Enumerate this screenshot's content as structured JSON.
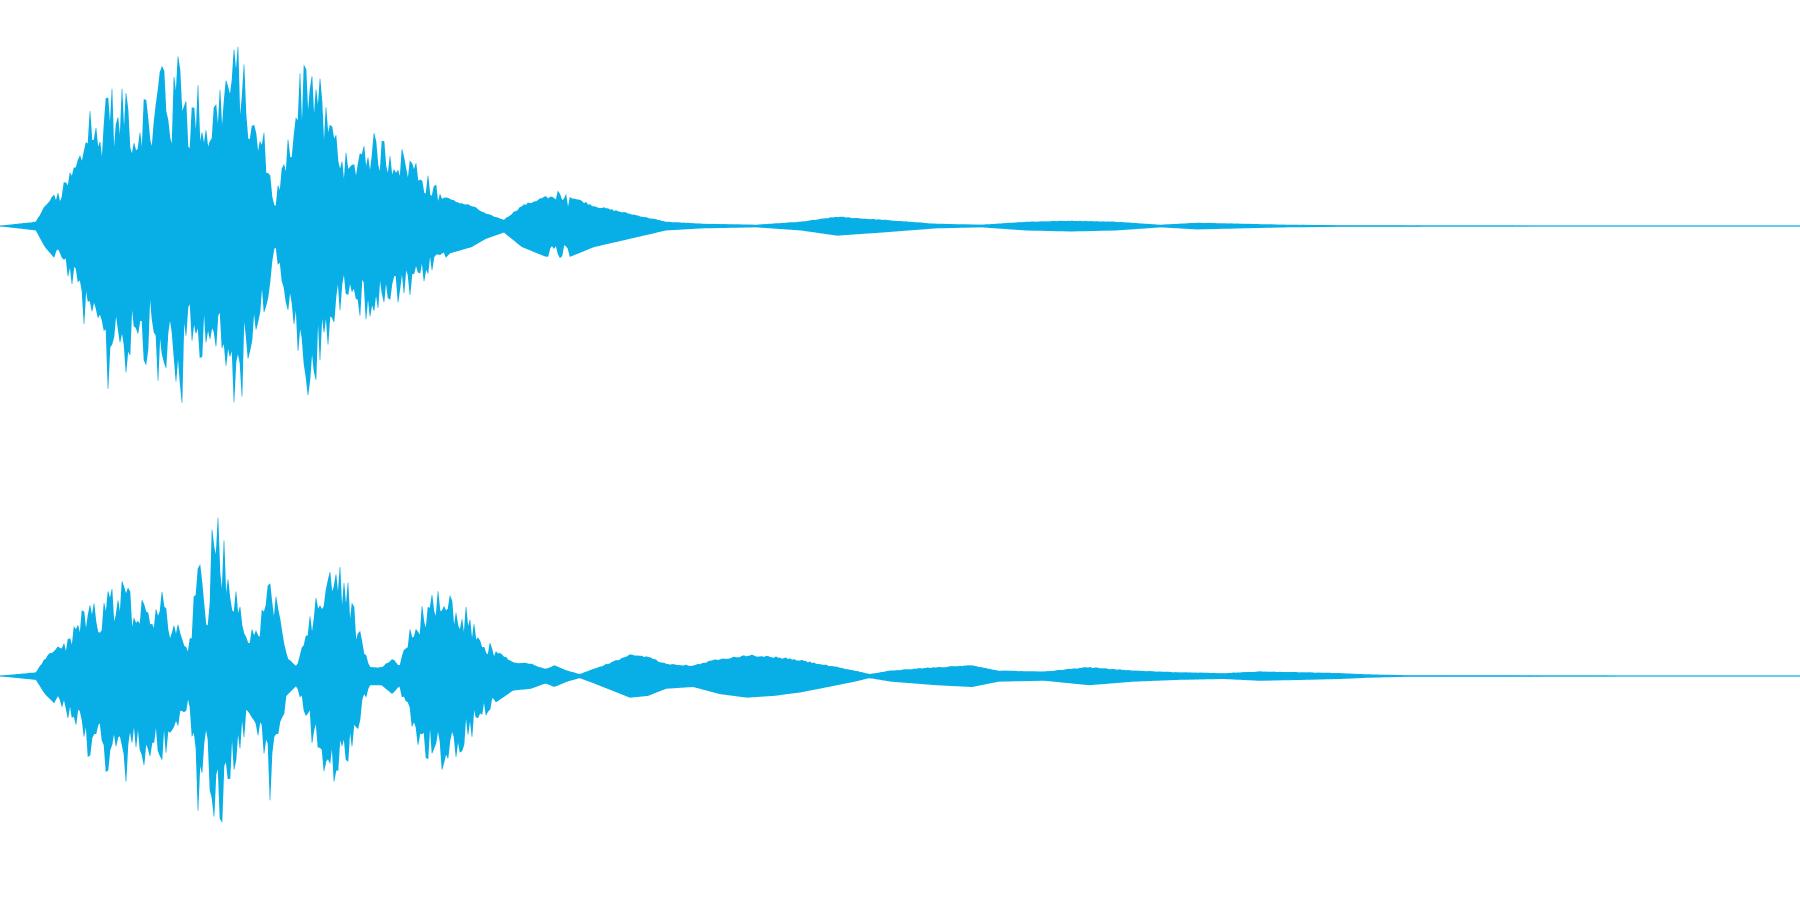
{
  "waveform": {
    "color": "#08aee6",
    "background": "#ffffff",
    "channels": [
      {
        "name": "channel-1",
        "envelope": [
          [
            0.0,
            0.0
          ],
          [
            0.02,
            0.02
          ],
          [
            0.025,
            0.1
          ],
          [
            0.035,
            0.2
          ],
          [
            0.045,
            0.4
          ],
          [
            0.05,
            0.65
          ],
          [
            0.055,
            0.45
          ],
          [
            0.06,
            0.8
          ],
          [
            0.065,
            0.55
          ],
          [
            0.07,
            0.75
          ],
          [
            0.075,
            0.5
          ],
          [
            0.08,
            0.7
          ],
          [
            0.085,
            0.55
          ],
          [
            0.09,
            0.95
          ],
          [
            0.095,
            0.6
          ],
          [
            0.1,
            0.98
          ],
          [
            0.105,
            0.6
          ],
          [
            0.11,
            0.7
          ],
          [
            0.115,
            0.55
          ],
          [
            0.125,
            0.8
          ],
          [
            0.133,
            0.92
          ],
          [
            0.14,
            0.55
          ],
          [
            0.148,
            0.45
          ],
          [
            0.152,
            0.1
          ],
          [
            0.158,
            0.35
          ],
          [
            0.165,
            0.7
          ],
          [
            0.17,
            0.9
          ],
          [
            0.175,
            0.85
          ],
          [
            0.18,
            0.6
          ],
          [
            0.185,
            0.55
          ],
          [
            0.19,
            0.4
          ],
          [
            0.195,
            0.3
          ],
          [
            0.2,
            0.45
          ],
          [
            0.21,
            0.45
          ],
          [
            0.22,
            0.4
          ],
          [
            0.23,
            0.35
          ],
          [
            0.24,
            0.22
          ],
          [
            0.25,
            0.13
          ],
          [
            0.262,
            0.1
          ],
          [
            0.27,
            0.06
          ],
          [
            0.28,
            0.03
          ],
          [
            0.29,
            0.1
          ],
          [
            0.31,
            0.17
          ],
          [
            0.33,
            0.1
          ],
          [
            0.35,
            0.06
          ],
          [
            0.37,
            0.02
          ],
          [
            0.39,
            0.01
          ],
          [
            0.42,
            0.005
          ],
          [
            0.445,
            0.02
          ],
          [
            0.465,
            0.045
          ],
          [
            0.49,
            0.03
          ],
          [
            0.52,
            0.01
          ],
          [
            0.545,
            0.005
          ],
          [
            0.57,
            0.02
          ],
          [
            0.595,
            0.025
          ],
          [
            0.62,
            0.02
          ],
          [
            0.645,
            0.005
          ],
          [
            0.665,
            0.015
          ],
          [
            0.69,
            0.01
          ],
          [
            0.715,
            0.005
          ],
          [
            0.75,
            0.002
          ],
          [
            1.0,
            0.0
          ]
        ]
      },
      {
        "name": "channel-2",
        "envelope": [
          [
            0.0,
            0.0
          ],
          [
            0.02,
            0.02
          ],
          [
            0.025,
            0.1
          ],
          [
            0.035,
            0.2
          ],
          [
            0.045,
            0.35
          ],
          [
            0.05,
            0.55
          ],
          [
            0.055,
            0.35
          ],
          [
            0.06,
            0.6
          ],
          [
            0.065,
            0.45
          ],
          [
            0.07,
            0.6
          ],
          [
            0.075,
            0.4
          ],
          [
            0.08,
            0.55
          ],
          [
            0.085,
            0.4
          ],
          [
            0.09,
            0.5
          ],
          [
            0.095,
            0.35
          ],
          [
            0.1,
            0.3
          ],
          [
            0.105,
            0.15
          ],
          [
            0.11,
            0.85
          ],
          [
            0.115,
            0.25
          ],
          [
            0.118,
            1.0
          ],
          [
            0.123,
            0.85
          ],
          [
            0.128,
            0.6
          ],
          [
            0.133,
            0.45
          ],
          [
            0.138,
            0.25
          ],
          [
            0.145,
            0.4
          ],
          [
            0.15,
            0.7
          ],
          [
            0.155,
            0.35
          ],
          [
            0.16,
            0.1
          ],
          [
            0.165,
            0.05
          ],
          [
            0.175,
            0.45
          ],
          [
            0.185,
            0.7
          ],
          [
            0.193,
            0.55
          ],
          [
            0.2,
            0.25
          ],
          [
            0.205,
            0.05
          ],
          [
            0.212,
            0.05
          ],
          [
            0.218,
            0.1
          ],
          [
            0.222,
            0.05
          ],
          [
            0.226,
            0.25
          ],
          [
            0.235,
            0.45
          ],
          [
            0.245,
            0.55
          ],
          [
            0.255,
            0.45
          ],
          [
            0.265,
            0.3
          ],
          [
            0.275,
            0.15
          ],
          [
            0.285,
            0.08
          ],
          [
            0.295,
            0.07
          ],
          [
            0.303,
            0.04
          ],
          [
            0.308,
            0.06
          ],
          [
            0.315,
            0.03
          ],
          [
            0.322,
            0.01
          ],
          [
            0.33,
            0.04
          ],
          [
            0.34,
            0.08
          ],
          [
            0.35,
            0.12
          ],
          [
            0.36,
            0.11
          ],
          [
            0.37,
            0.07
          ],
          [
            0.385,
            0.06
          ],
          [
            0.4,
            0.1
          ],
          [
            0.415,
            0.12
          ],
          [
            0.43,
            0.11
          ],
          [
            0.445,
            0.09
          ],
          [
            0.46,
            0.06
          ],
          [
            0.475,
            0.03
          ],
          [
            0.483,
            0.01
          ],
          [
            0.495,
            0.03
          ],
          [
            0.52,
            0.05
          ],
          [
            0.54,
            0.06
          ],
          [
            0.555,
            0.03
          ],
          [
            0.58,
            0.025
          ],
          [
            0.605,
            0.05
          ],
          [
            0.63,
            0.03
          ],
          [
            0.655,
            0.02
          ],
          [
            0.68,
            0.015
          ],
          [
            0.7,
            0.025
          ],
          [
            0.725,
            0.02
          ],
          [
            0.745,
            0.015
          ],
          [
            0.76,
            0.008
          ],
          [
            0.78,
            0.003
          ],
          [
            1.0,
            0.0
          ]
        ]
      }
    ]
  }
}
